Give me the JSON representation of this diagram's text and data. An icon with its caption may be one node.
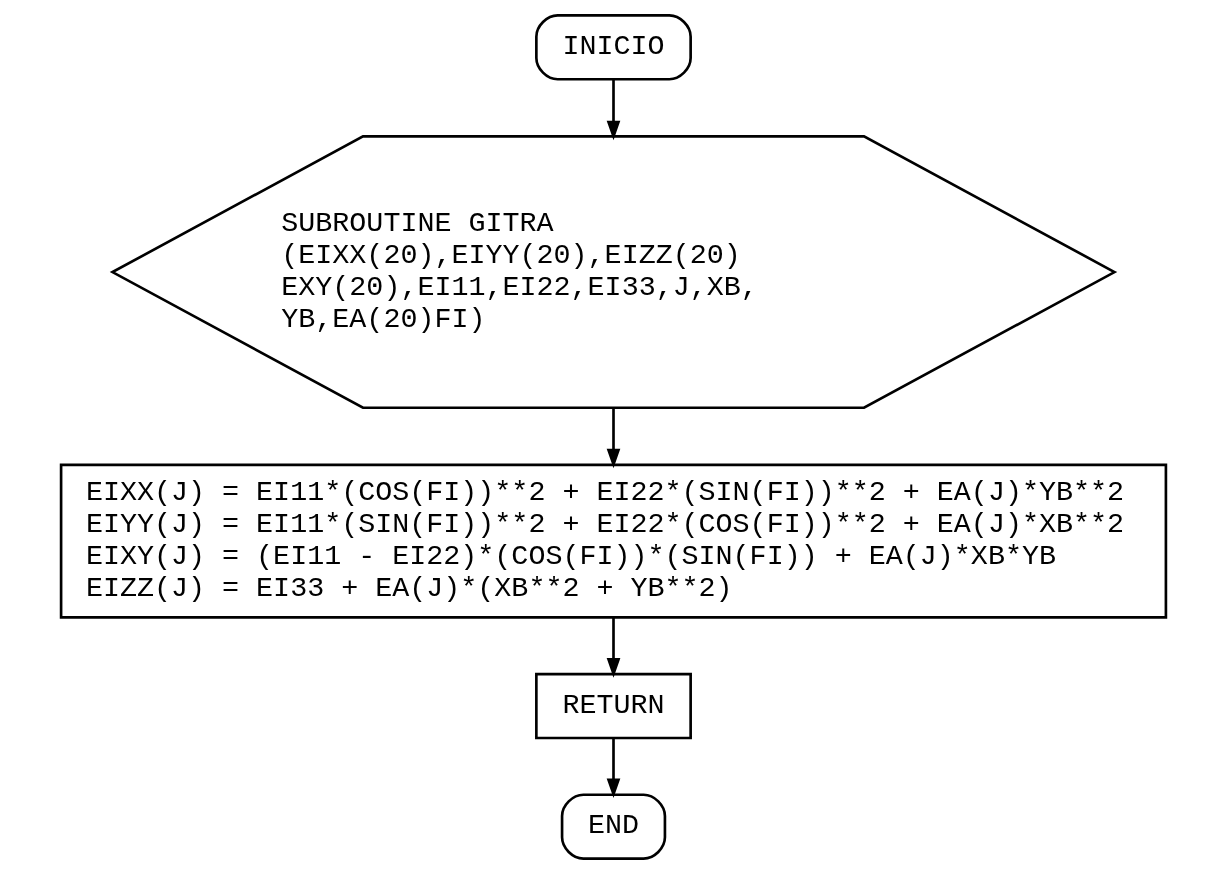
{
  "diagram": {
    "nodes": [
      {
        "text": [
          "INICIO"
        ]
      },
      {
        "text": [
          "SUBROUTINE GITRA",
          "(EIXX(20),EIYY(20),EIZZ(20) EXY(20),EI11,EI22,EI33,J,XB, YB,EA(20)FI)"
        ]
      },
      {
        "text": [
          "EIXX(J) = EI11*(COS(FI))**2 + EI22*(SIN(FI))**2 + EA(J)*YB**2",
          "EIYY(J) = EI11*(SIN(FI))**2 + EI22*(COS(FI))**2 + EA(J)*XB**2",
          "EIXY(J) = (EI11 - EI22)*(COS(FI))*(SIN(FI)) + EA(J)*XB*YB",
          "EIZZ(J) = EI33 + EA(J)*(XB**2 + YB**2)"
        ]
      },
      {
        "text": [
          "RETURN"
        ]
      },
      {
        "text": [
          "END"
        ]
      }
    ],
    "edges": [
      {
        "from": 0,
        "to": 1,
        "arrow": "to"
      },
      {
        "from": 1,
        "to": 2,
        "arrow": "to"
      },
      {
        "from": 2,
        "to": 3,
        "arrow": "to"
      },
      {
        "from": 3,
        "to": 4,
        "arrow": "to"
      }
    ]
  }
}
